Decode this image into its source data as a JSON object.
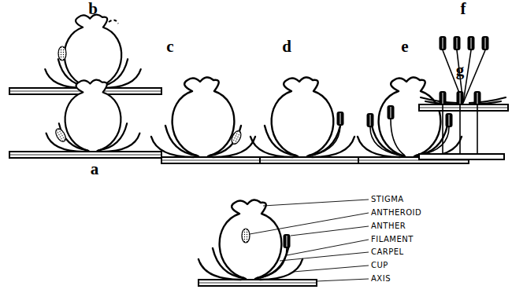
{
  "diagram": {
    "labels": [
      "b",
      "f",
      "c",
      "d",
      "e",
      "a",
      "g",
      "STIGMA",
      "ANTHEROID",
      "ANTHER",
      "FILAMENT",
      "CARPEL",
      "CUP",
      "AXIS"
    ]
  }
}
